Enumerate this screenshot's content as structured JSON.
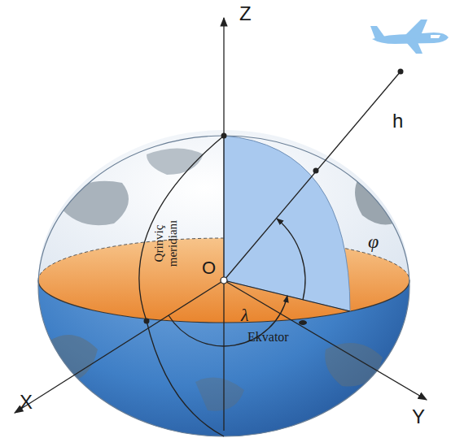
{
  "diagram": {
    "labels": [
      "Z",
      "h",
      "φ",
      "O",
      "λ",
      "Qrinviç meridianı",
      "Ekvator",
      "X",
      "Y"
    ]
  }
}
